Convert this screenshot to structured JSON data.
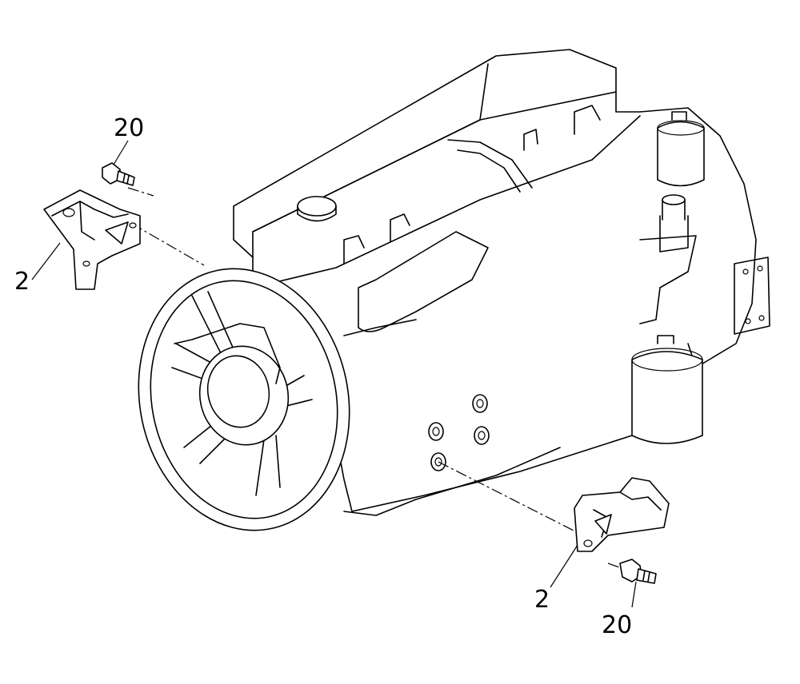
{
  "callouts": [
    {
      "id": "bolt-top",
      "label": "20"
    },
    {
      "id": "bracket-left",
      "label": "2"
    },
    {
      "id": "bracket-bottom",
      "label": "2"
    },
    {
      "id": "bolt-bottom",
      "label": "20"
    }
  ],
  "colors": {
    "line": "#000000",
    "background": "#ffffff"
  }
}
